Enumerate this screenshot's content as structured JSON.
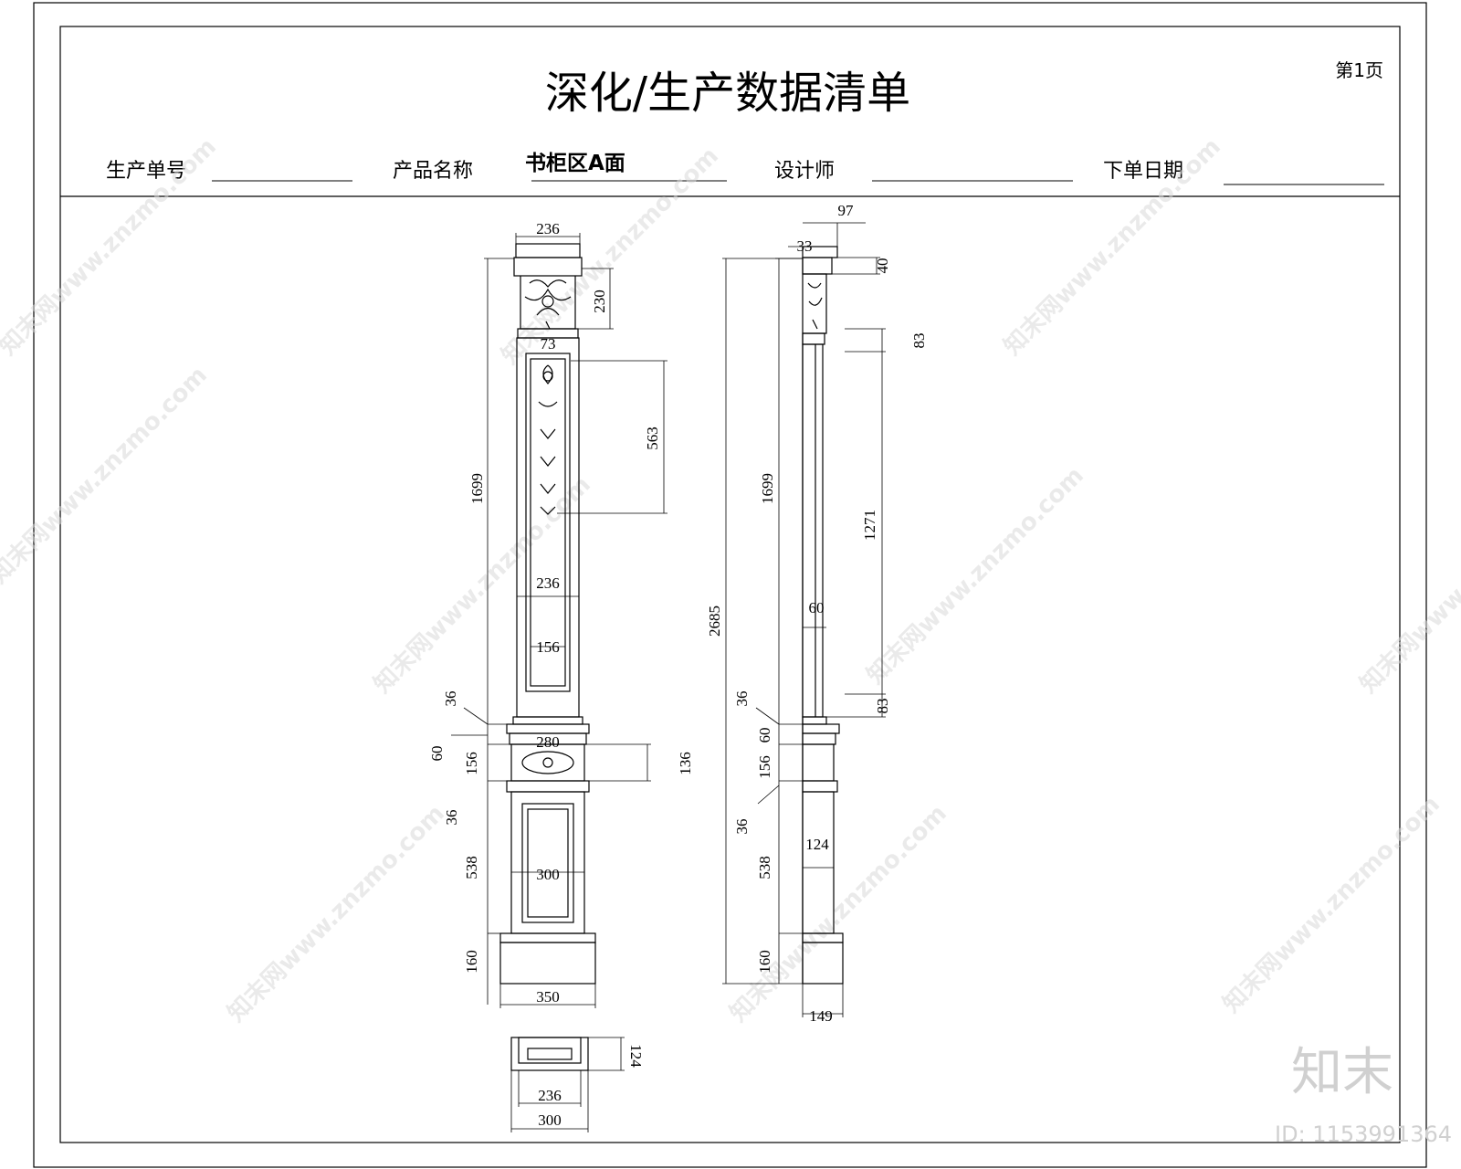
{
  "sheet": {
    "title": "深化/生产数据清单",
    "page_label": "第1页",
    "fields": [
      {
        "label": "生产单号",
        "value": ""
      },
      {
        "label": "产品名称",
        "value": "书柜区A面"
      },
      {
        "label": "设计师",
        "value": ""
      },
      {
        "label": "下单日期",
        "value": ""
      }
    ]
  },
  "front_view": {
    "dims": {
      "top_width": "236",
      "capital_height": "230",
      "neck": "73",
      "carving_height": "563",
      "shaft_height": "1699",
      "panel_width": "236",
      "inner_width": "156",
      "ring_height": "36",
      "band_height": "60",
      "frieze_height": "156",
      "frieze_width": "280",
      "frieze_carving": "136",
      "plinth_ring": "36",
      "base_height": "538",
      "base_panel": "300",
      "foot_height": "160",
      "foot_width": "350"
    }
  },
  "side_view": {
    "dims": {
      "top_depth": "97",
      "cap_offset": "33",
      "cap_height": "40",
      "flute_top": "83",
      "flute_length": "1271",
      "flute_bottom": "83",
      "shaft_height": "1699",
      "total_height": "2685",
      "flute_width": "60",
      "ring_height": "36",
      "band_height": "60",
      "frieze_height": "156",
      "plinth_ring": "36",
      "base_depth": "124",
      "base_height": "538",
      "foot_height": "160",
      "foot_depth": "149"
    }
  },
  "plan_view": {
    "dims": {
      "depth": "124",
      "inner_width": "236",
      "outer_width": "300"
    }
  },
  "watermark": {
    "text": "知末网www.znzmo.com",
    "logo": "知末",
    "id_label": "ID: 1153991364"
  }
}
